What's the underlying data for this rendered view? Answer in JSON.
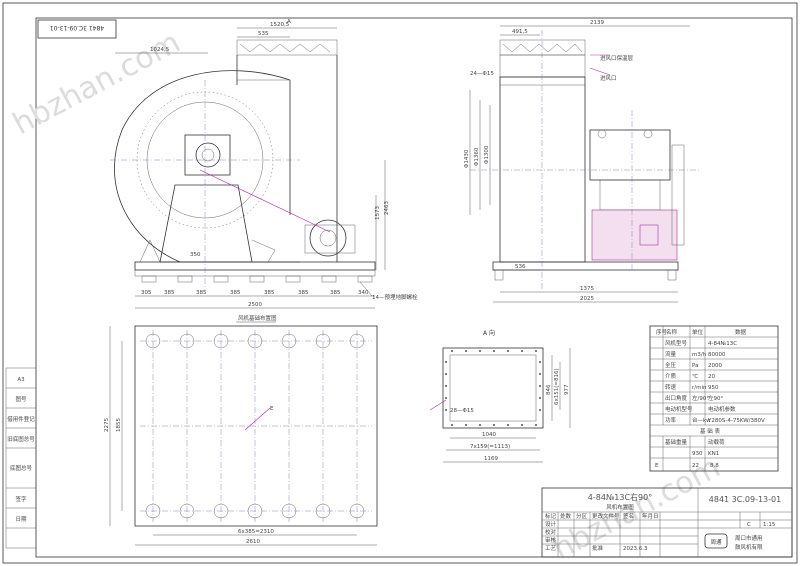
{
  "drawing_number": "4841 3C.09-13-01",
  "drawing_number_titleblock": "4841 3C.09-13-01",
  "watermark": "hbzhan.com",
  "watermark_right": "hbzhan.com",
  "view_a_marker": "A",
  "section_e_marker": "E",
  "front_view": {
    "dim_1520": "1520,5",
    "dim_535": "535",
    "dim_1024": "1024,5",
    "dim_2463": "2463",
    "dim_1573": "1573",
    "dim_350": "350",
    "bottom_dims": [
      "385",
      "385",
      "385",
      "385",
      "385",
      "385"
    ],
    "dim_305": "305",
    "dim_340": "340",
    "dim_2500": "2500",
    "callout_14": "14—预埋地脚螺栓"
  },
  "side_view": {
    "dim_2139": "2139",
    "dim_491": "491,5",
    "dim_24": "24—Φ15",
    "callout_1": "进风口保温层",
    "callout_2": "进风口",
    "vertical_dims": [
      "Φ1430",
      "Φ1360",
      "Φ1300"
    ],
    "dim_536": "536",
    "dim_1375": "1375",
    "dim_2025": "2025"
  },
  "plan_view": {
    "title": "风机基础布置图",
    "dim_2275": "2275",
    "dim_1855": "1855",
    "dim_6x385": "6x385=2310",
    "dim_2610": "2610"
  },
  "a_view": {
    "title": "A 向",
    "dim_28": "28—Φ15",
    "dim_1040": "1040",
    "dim_7x159": "7x159(=1113)",
    "dim_1169": "1169",
    "right_dims": [
      "846",
      "6x151(=816)",
      "977"
    ]
  },
  "spec_table": {
    "header": [
      "序号",
      "名称",
      "单位",
      "数据"
    ],
    "rows": [
      [
        "",
        "风机型号",
        "",
        "4-84№13C"
      ],
      [
        "",
        "流量",
        "m3/h",
        "80000"
      ],
      [
        "",
        "全压",
        "Pa",
        "2000"
      ],
      [
        "",
        "介质",
        "℃",
        "20"
      ],
      [
        "",
        "转速",
        "r/min",
        "950"
      ],
      [
        "",
        "出口角度",
        "左/90°",
        "左90°"
      ],
      [
        "",
        "电动机型号",
        "",
        "电动机参数"
      ],
      [
        "",
        "功率",
        "台—kw",
        "Y280S-4-75KW/380V"
      ]
    ],
    "sub_header": "基 础 表",
    "sub_rows": [
      [
        "",
        "基础重量",
        "",
        "动载荷"
      ],
      [
        "",
        "",
        "930",
        "KN1"
      ]
    ],
    "footer_row": [
      "E",
      "22",
      "8.8"
    ]
  },
  "title_block": {
    "part_name": "4-84№13C右90°",
    "sub_name": "风机布置图",
    "scale": "1:15",
    "sheet": "C",
    "labels": [
      "标记",
      "处数",
      "分区",
      "更改文件号",
      "签名",
      "年月日"
    ],
    "role_labels": [
      "设计",
      "校对",
      "审核",
      "工艺",
      "批准"
    ],
    "date": "2023.6.3",
    "company": "周口市通用",
    "company_2": "鼓风机有限",
    "logo_text": "周通"
  },
  "left_strip": [
    "A3",
    "图号",
    "借用件登记",
    "旧底图总号",
    "底图总号",
    "签字",
    "日期"
  ]
}
